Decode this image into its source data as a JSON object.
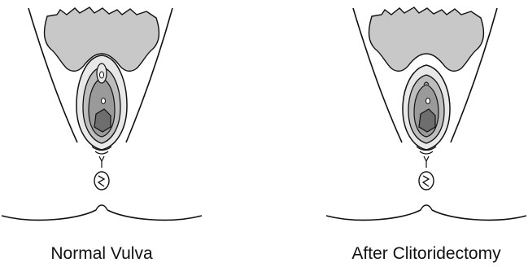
{
  "figure": {
    "panels": [
      {
        "id": "normal",
        "caption": "Normal Vulva"
      },
      {
        "id": "clitoridectomy",
        "caption": "After Clitoridectomy"
      }
    ]
  },
  "colors": {
    "line": "#111111",
    "hair_fill": "#c8c8c8",
    "labia_outer_fill": "#e8e8e8",
    "labia_mid_fill": "#bdbdbd",
    "labia_inner_fill": "#9a9a9a",
    "opening_fill": "#6e6e6e",
    "background": "#ffffff"
  }
}
